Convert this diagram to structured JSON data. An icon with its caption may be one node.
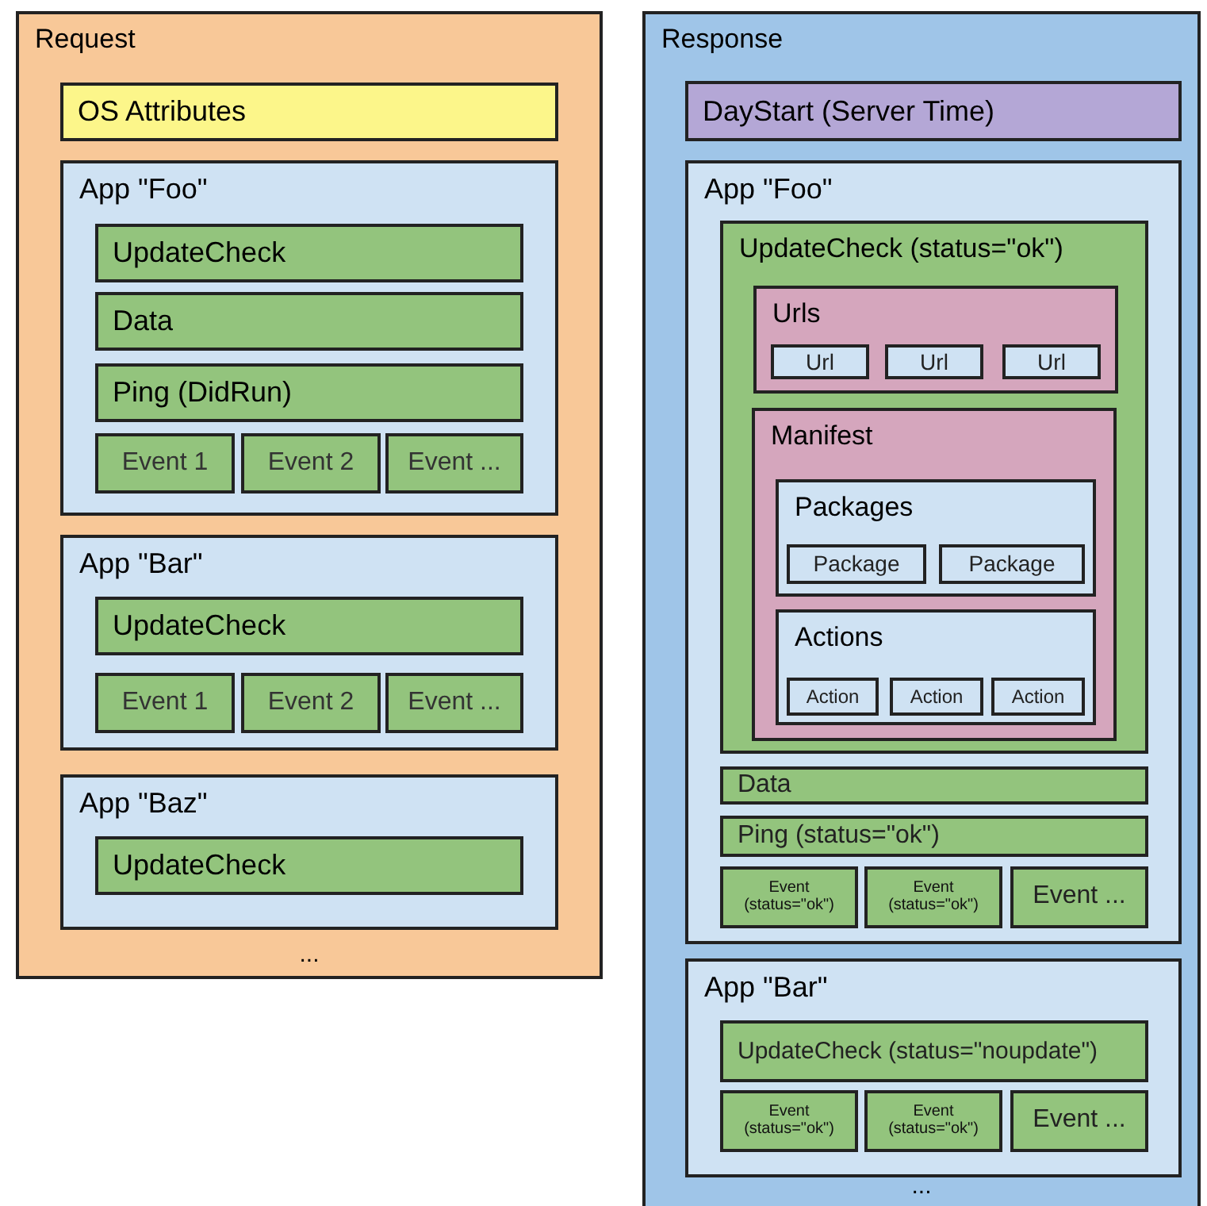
{
  "diagram": {
    "nodes": [
      {
        "text": [
          "Request",
          "..."
        ]
      },
      {
        "text": [
          "OS Attributes"
        ],
        "in": 0
      },
      {
        "text": [
          "App \"Foo\""
        ],
        "in": 0
      },
      {
        "text": [
          "UpdateCheck"
        ],
        "in": 2
      },
      {
        "text": [
          "Data"
        ],
        "in": 2
      },
      {
        "text": [
          "Ping (DidRun)"
        ],
        "in": 2
      },
      {
        "text": [
          "Event 1"
        ],
        "in": 2
      },
      {
        "text": [
          "Event 2"
        ],
        "in": 2
      },
      {
        "text": [
          "Event ..."
        ],
        "in": 2
      },
      {
        "text": [
          "App \"Bar\""
        ],
        "in": 0
      },
      {
        "text": [
          "UpdateCheck"
        ],
        "in": 9
      },
      {
        "text": [
          "Event 1"
        ],
        "in": 9
      },
      {
        "text": [
          "Event 2"
        ],
        "in": 9
      },
      {
        "text": [
          "Event ..."
        ],
        "in": 9
      },
      {
        "text": [
          "App \"Baz\""
        ],
        "in": 0
      },
      {
        "text": [
          "UpdateCheck"
        ],
        "in": 14
      },
      {
        "text": [
          "Response",
          "..."
        ]
      },
      {
        "text": [
          "DayStart (Server Time)"
        ],
        "in": 16
      },
      {
        "text": [
          "App \"Foo\""
        ],
        "in": 16
      },
      {
        "text": [
          "UpdateCheck (status=\"ok\")"
        ],
        "in": 18
      },
      {
        "text": [
          "Urls"
        ],
        "in": 19
      },
      {
        "text": [
          "Url"
        ],
        "in": 20
      },
      {
        "text": [
          "Url"
        ],
        "in": 20
      },
      {
        "text": [
          "Url"
        ],
        "in": 20
      },
      {
        "text": [
          "Manifest"
        ],
        "in": 19
      },
      {
        "text": [
          "Packages"
        ],
        "in": 24
      },
      {
        "text": [
          "Package"
        ],
        "in": 25
      },
      {
        "text": [
          "Package"
        ],
        "in": 25
      },
      {
        "text": [
          "Actions"
        ],
        "in": 24
      },
      {
        "text": [
          "Action"
        ],
        "in": 28
      },
      {
        "text": [
          "Action"
        ],
        "in": 28
      },
      {
        "text": [
          "Action"
        ],
        "in": 28
      },
      {
        "text": [
          "Data"
        ],
        "in": 18
      },
      {
        "text": [
          "Ping (status=\"ok\")"
        ],
        "in": 18
      },
      {
        "text": [
          "Event (status=\"ok\")"
        ],
        "in": 18
      },
      {
        "text": [
          "Event (status=\"ok\")"
        ],
        "in": 18
      },
      {
        "text": [
          "Event ..."
        ],
        "in": 18
      },
      {
        "text": [
          "App \"Bar\""
        ],
        "in": 16
      },
      {
        "text": [
          "UpdateCheck (status=\"noupdate\")"
        ],
        "in": 37
      },
      {
        "text": [
          "Event (status=\"ok\")"
        ],
        "in": 37
      },
      {
        "text": [
          "Event (status=\"ok\")"
        ],
        "in": 37
      },
      {
        "text": [
          "Event ..."
        ],
        "in": 37
      }
    ]
  }
}
